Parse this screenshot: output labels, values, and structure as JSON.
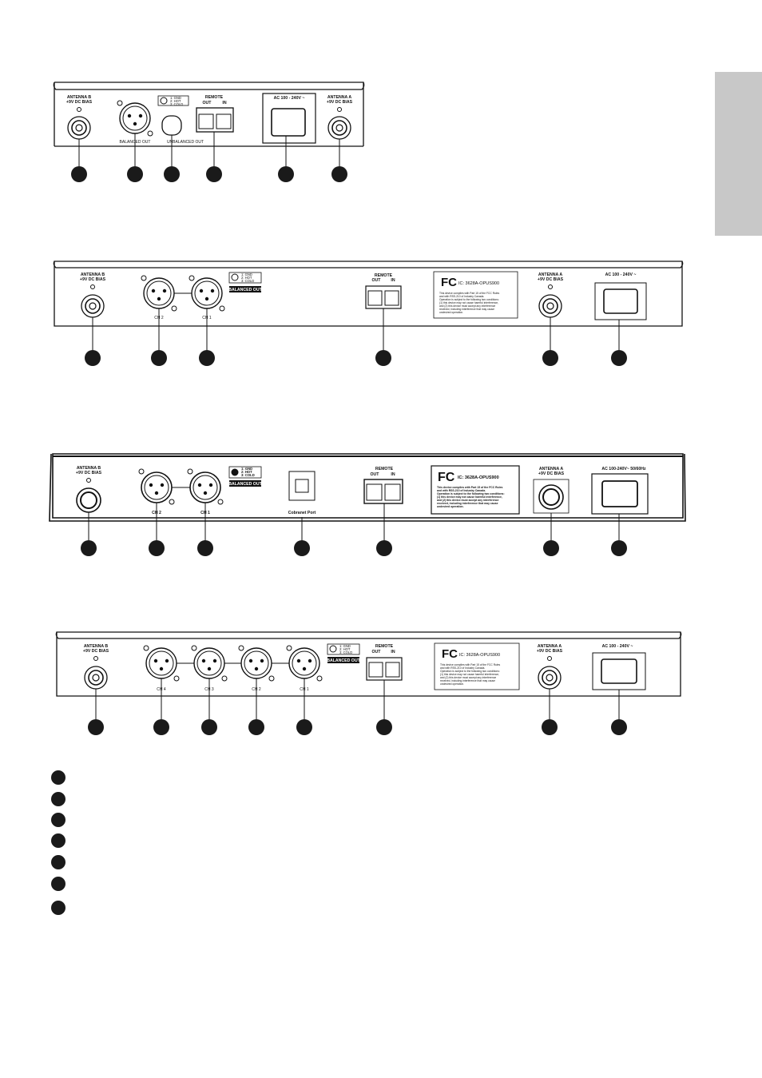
{
  "panel1": {
    "antenna_b": "ANTENNA B",
    "bias": "+9V DC BIAS",
    "pin1": "1: GND",
    "pin2": "2: HOT",
    "pin3": "3: COLD",
    "balanced_out": "BALANCED OUT",
    "unbalanced_out": "UNBALANCED OUT",
    "remote": "REMOTE",
    "out": "OUT",
    "in": "IN",
    "power": "AC 100 - 240V ~",
    "antenna_a": "ANTENNA A"
  },
  "panel2": {
    "antenna_b": "ANTENNA B",
    "bias": "+9V DC BIAS",
    "pin1": "1: GND",
    "pin2": "2: HOT",
    "pin3": "3: COLD",
    "balanced_out": "BALANCED OUT",
    "ch2": "CH 2",
    "ch1": "CH 1",
    "remote": "REMOTE",
    "out": "OUT",
    "in": "IN",
    "fcc_logo": "FC",
    "fcc_id": "IC: 3628A-OPUS900",
    "fcc_text": [
      "This device complies with Part 15 of the FCC Rules",
      "and with RSS-210 of Industry Canada.",
      "Operation is subject to the following two conditions:",
      "(1) this device may not cause harmful interference,",
      "and (2) this device must accept any interference",
      "received, including interference that may cause",
      "undesired operation."
    ],
    "antenna_a": "ANTENNA A",
    "power": "AC 100 - 240V ~"
  },
  "panel3": {
    "antenna_b": "ANTENNA B",
    "bias": "+9V DC BIAS",
    "pin1": "1: GND",
    "pin2": "2: HOT",
    "pin3": "3: COLD",
    "balanced_out": "BALANCED OUT",
    "ch2": "CH 2",
    "ch1": "CH 1",
    "cobranet": "Cobranet Port",
    "remote": "REMOTE",
    "out": "OUT",
    "in": "IN",
    "fcc_logo": "FC",
    "fcc_id": "IC: 3628A-OPUS900",
    "fcc_text": [
      "This device complies with Part 15 of the FCC Rules",
      "and with RSS-210 of Industry Canada.",
      "Operation is subject to the following two conditions:",
      "(1) this device may not cause harmful interference,",
      "and (2) this device must accept any interference",
      "received, including interference that may cause",
      "undesired operation."
    ],
    "antenna_a": "ANTENNA A",
    "power": "AC 100-240V~  50/60Hz"
  },
  "panel4": {
    "antenna_b": "ANTENNA B",
    "bias": "+9V DC BIAS",
    "pin1": "1: GND",
    "pin2": "2: HOT",
    "pin3": "3: COLD",
    "balanced_out": "BALANCED OUT",
    "ch4": "CH 4",
    "ch3": "CH 3",
    "ch2": "CH 2",
    "ch1": "CH 1",
    "remote": "REMOTE",
    "out": "OUT",
    "in": "IN",
    "fcc_logo": "FC",
    "fcc_id": "IC: 3628A-OPUS900",
    "fcc_text": [
      "This device complies with Part 15 of the FCC Rules",
      "and with RSS-210 of Industry Canada.",
      "Operation is subject to the following two conditions:",
      "(1) this device may not cause harmful interference,",
      "and (2) this device must accept any interference",
      "received, including interference that may cause",
      "undesired operation."
    ],
    "antenna_a": "ANTENNA A",
    "power": "AC 100 - 240V ~"
  },
  "colors": {
    "ink": "#111111",
    "marker": "#1a1a1a",
    "side_tab": "#c8c8c8"
  }
}
